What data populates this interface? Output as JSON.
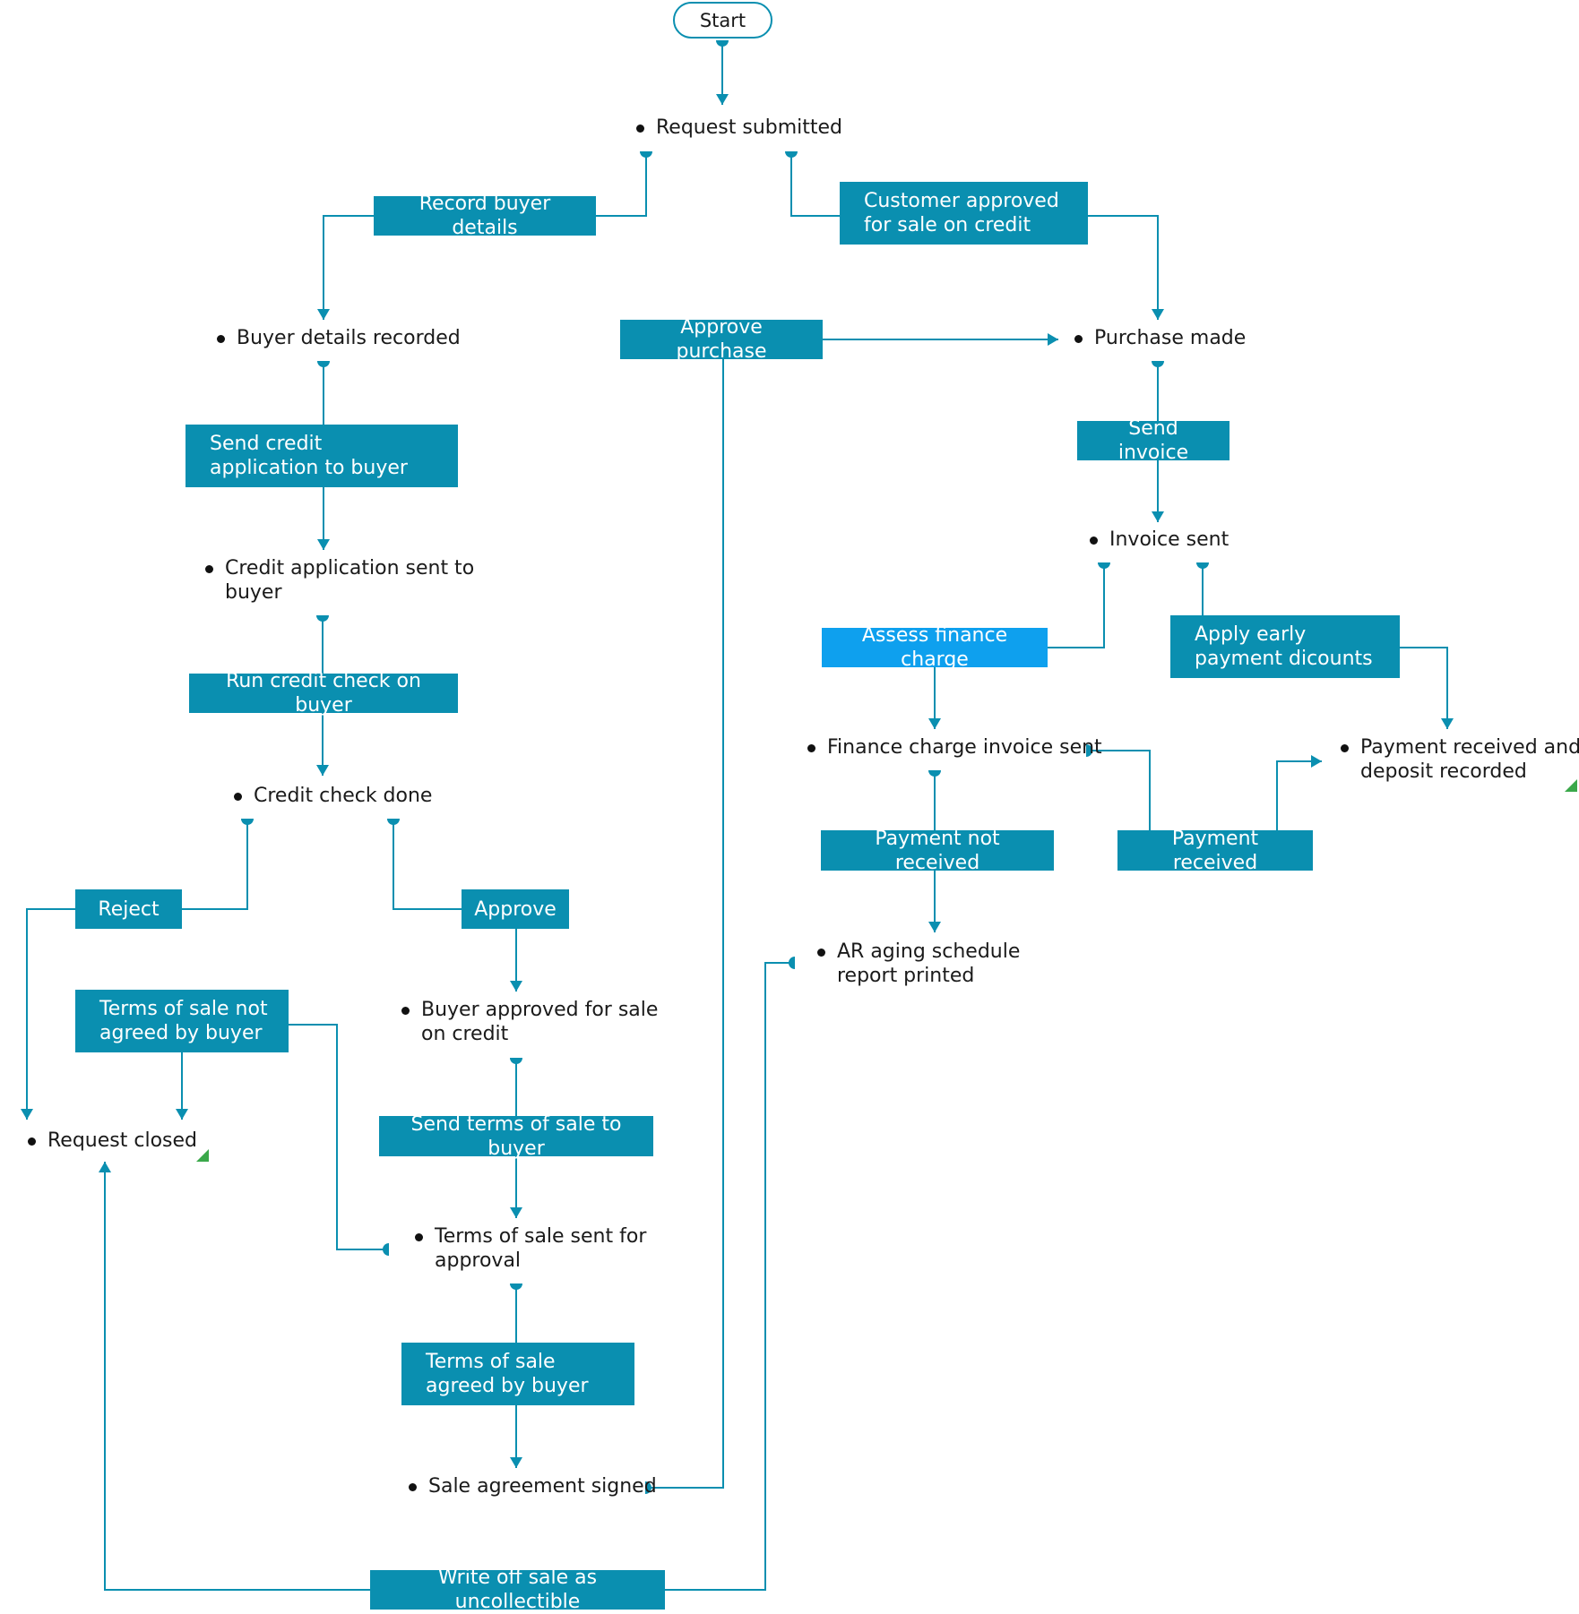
{
  "start": "Start",
  "colors": {
    "line": "#0a8fb0",
    "box": "#0a8fb0",
    "highlight": "#0ea0ee",
    "corner_mark": "#3aa84a"
  },
  "states": {
    "request_submitted": "Request submitted",
    "buyer_details_recorded": "Buyer details recorded",
    "credit_application_sent": "Credit application sent to buyer",
    "credit_check_done": "Credit check done",
    "request_closed": "Request closed",
    "buyer_approved": "Buyer approved for sale on credit",
    "terms_sent": "Terms of sale sent for approval",
    "sale_agreement_signed": "Sale agreement signed",
    "purchase_made": "Purchase made",
    "invoice_sent": "Invoice sent",
    "finance_charge_invoice_sent": "Finance charge invoice sent",
    "payment_received_recorded": "Payment received and deposit recorded",
    "ar_aging_report_printed": "AR aging schedule report printed"
  },
  "actions": {
    "record_buyer_details": "Record buyer details",
    "customer_approved": "Customer approved for sale on credit",
    "approve_purchase": "Approve purchase",
    "send_credit_application": "Send credit application to buyer",
    "run_credit_check": "Run credit check on buyer",
    "reject": "Reject",
    "approve": "Approve",
    "terms_not_agreed": "Terms of sale not agreed by buyer",
    "send_terms": "Send terms of sale to buyer",
    "terms_agreed": "Terms of sale agreed by buyer",
    "write_off": "Write off sale as uncollectible",
    "send_invoice": "Send invoice",
    "assess_finance_charge": "Assess finance charge",
    "apply_early_payment": "Apply early payment dicounts",
    "payment_not_received": "Payment not received",
    "payment_received": "Payment received"
  }
}
